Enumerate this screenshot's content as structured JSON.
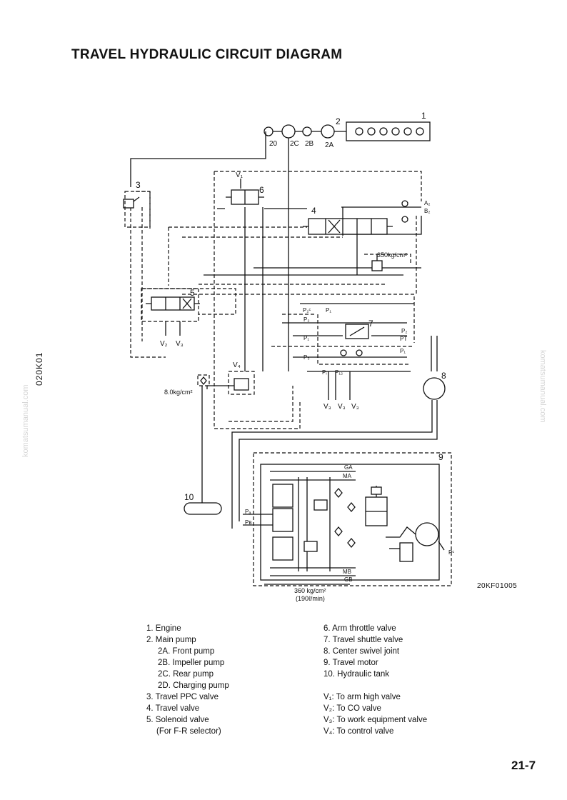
{
  "header": {
    "title": "TRAVEL HYDRAULIC CIRCUIT DIAGRAM"
  },
  "side_code": "020K01",
  "watermark": "komatsumanual.com",
  "figure_id": "20KF01005",
  "page_number": "21-7",
  "diagram": {
    "callouts": {
      "c1": "1",
      "c2": "2",
      "c20": "20",
      "c2c": "2C",
      "c2b": "2B",
      "c2a": "2A",
      "c3": "3",
      "c4": "4",
      "c5": "5",
      "c6": "6",
      "c7": "7",
      "c8": "8",
      "c9": "9",
      "c10": "10"
    },
    "ports": {
      "v1": "V₁",
      "v2": "V₂",
      "v3a": "V₃",
      "v4": "V₄",
      "v3b": "V₃",
      "v3c": "V₃",
      "v3d": "V₃",
      "a2": "A₂",
      "b2": "B₂",
      "p2c": "P₂ᶜ",
      "p1a": "P₁",
      "p2": "P₂",
      "p1b": "P₁",
      "p2b": "P₂",
      "pt": "PT",
      "p3": "P₃",
      "p1c": "P₁",
      "pi": "Pᵢ",
      "p12": "P₁₂",
      "pa": "Pₐ",
      "pb": "Pʙ",
      "ga": "GA",
      "ma": "MA",
      "mb": "MB",
      "gb": "GB",
      "pc": "Pᶜ"
    },
    "pressures": {
      "relief_350": "350kg/cm²",
      "relief_8": "8.0kg/cm²",
      "motor_line_pressure": "360 kg/cm²",
      "motor_line_flow": "(190ℓ/min)"
    }
  },
  "legend": {
    "left": [
      "1. Engine",
      "2. Main pump",
      "2A.   Front pump",
      "2B.   Impeller pump",
      "2C.   Rear pump",
      "2D.   Charging pump",
      "3. Travel PPC valve",
      "4. Travel valve",
      "5. Solenoid valve",
      "(For F-R selector)"
    ],
    "right": [
      "6. Arm throttle valve",
      "7. Travel shuttle valve",
      "8. Center swivel joint",
      "9. Travel motor",
      "10. Hydraulic tank"
    ],
    "ports": [
      "V₁:  To arm high valve",
      "V₂:  To CO valve",
      "V₃:  To work equipment valve",
      "V₄:  To control valve"
    ]
  }
}
